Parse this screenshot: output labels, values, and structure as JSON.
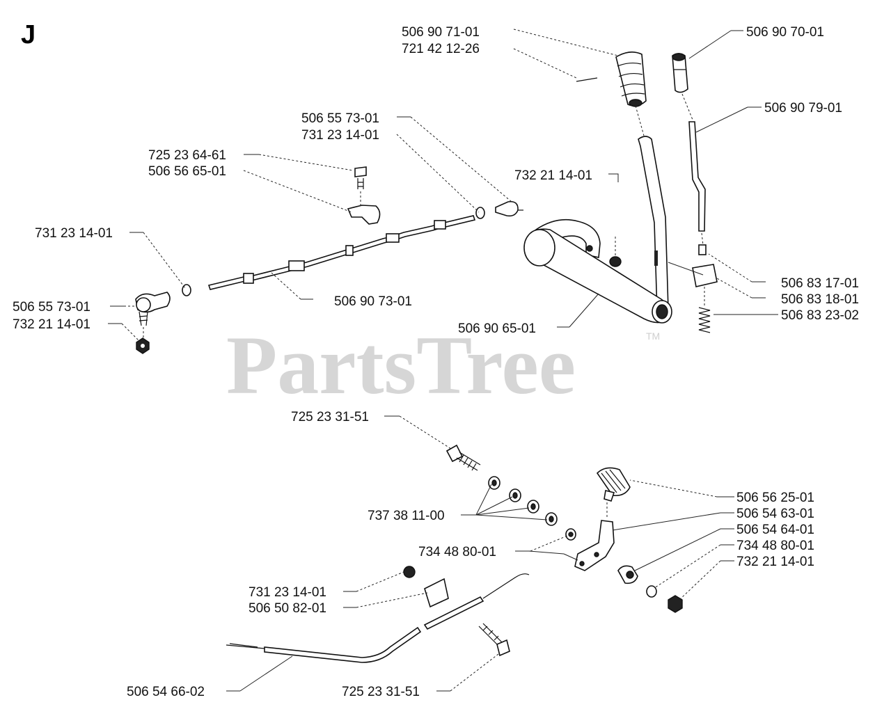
{
  "section_letter": "J",
  "watermark": "PartsTree",
  "watermark_tm": "TM",
  "labels": {
    "upper_506_90_71_01": "506 90 71-01",
    "upper_721_42_12_26": "721 42 12-26",
    "upper_506_90_70_01": "506 90 70-01",
    "upper_506_90_79_01": "506 90 79-01",
    "upper_506_55_73_01_a": "506 55 73-01",
    "upper_731_23_14_01_a": "731 23 14-01",
    "upper_725_23_64_61": "725 23 64-61",
    "upper_506_56_65_01": "506 56 65-01",
    "upper_732_21_14_01_a": "732 21 14-01",
    "upper_731_23_14_01_b": "731 23 14-01",
    "upper_506_55_73_01_b": "506 55 73-01",
    "upper_732_21_14_01_b": "732 21 14-01",
    "upper_506_90_73_01": "506 90 73-01",
    "upper_506_90_65_01": "506 90 65-01",
    "upper_506_83_17_01": "506 83 17-01",
    "upper_506_83_18_01": "506 83 18-01",
    "upper_506_83_23_02": "506 83 23-02",
    "lower_725_23_31_51_a": "725 23 31-51",
    "lower_506_56_25_01": "506 56 25-01",
    "lower_506_54_63_01": "506 54 63-01",
    "lower_506_54_64_01": "506 54 64-01",
    "lower_737_38_11_00": "737 38 11-00",
    "lower_734_48_80_01_a": "734 48 80-01",
    "lower_734_48_80_01_b": "734 48 80-01",
    "lower_732_21_14_01": "732 21 14-01",
    "lower_731_23_14_01": "731 23 14-01",
    "lower_506_50_82_01": "506 50 82-01",
    "lower_506_54_66_02": "506 54 66-02",
    "lower_725_23_31_51_b": "725 23 31-51"
  }
}
